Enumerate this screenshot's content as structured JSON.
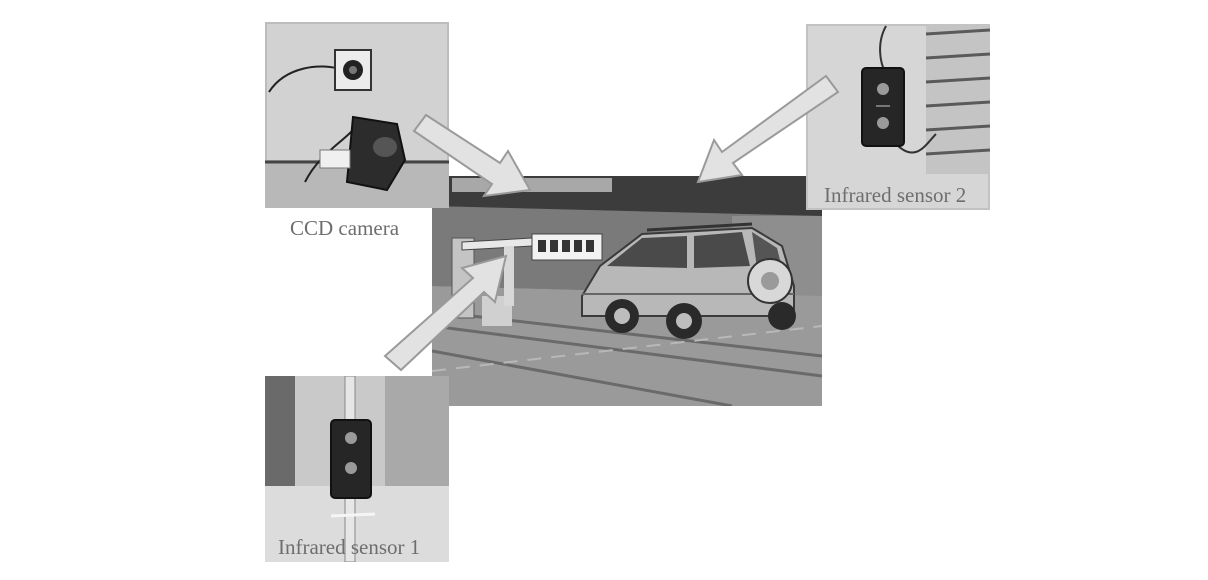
{
  "figure": {
    "labels": {
      "ccd_camera": "CCD camera",
      "infrared_sensor_1": "Infrared sensor 1",
      "infrared_sensor_2": "Infrared sensor 2"
    },
    "colors": {
      "arrow_fill": "#e2e2e2",
      "arrow_stroke": "#9a9a9a",
      "photo_border": "#c8c8c8",
      "label_text": "#6e6e6e"
    }
  }
}
